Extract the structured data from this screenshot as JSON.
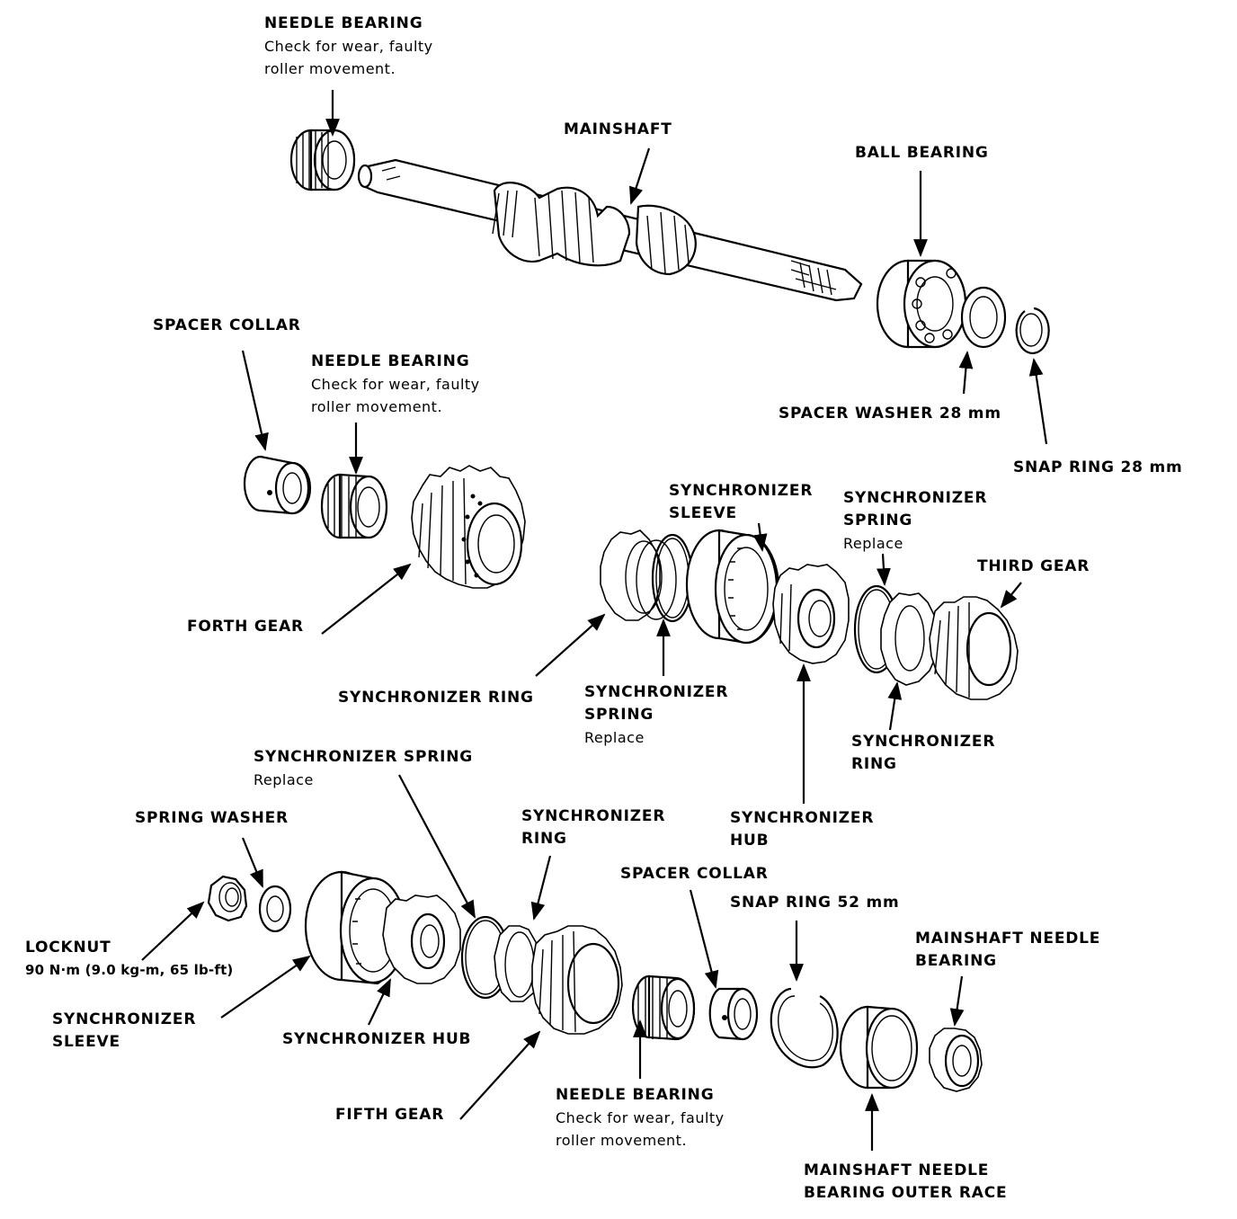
{
  "labels": {
    "needle_bearing_top": {
      "title": "NEEDLE BEARING",
      "note": [
        "Check for wear, faulty",
        "roller movement."
      ]
    },
    "mainshaft": {
      "title": "MAINSHAFT"
    },
    "ball_bearing": {
      "title": "BALL BEARING"
    },
    "spacer_washer": {
      "title": "SPACER WASHER 28 mm"
    },
    "snap_ring_28": {
      "title": "SNAP RING 28 mm"
    },
    "spacer_collar_top": {
      "title": "SPACER COLLAR"
    },
    "needle_bearing_mid": {
      "title": "NEEDLE BEARING",
      "note": [
        "Check for wear, faulty",
        "roller movement."
      ]
    },
    "forth_gear": {
      "title": "FORTH GEAR"
    },
    "sync_sleeve_mid": {
      "title": [
        "SYNCHRONIZER",
        "SLEEVE"
      ]
    },
    "sync_spring_right": {
      "title": [
        "SYNCHRONIZER",
        "SPRING"
      ],
      "note": "Replace"
    },
    "third_gear": {
      "title": "THIRD GEAR"
    },
    "sync_ring_mid": {
      "title": "SYNCHRONIZER RING"
    },
    "sync_spring_mid": {
      "title": [
        "SYNCHRONIZER",
        "SPRING"
      ],
      "note": "Replace"
    },
    "sync_ring_right": {
      "title": [
        "SYNCHRONIZER",
        "RING"
      ]
    },
    "sync_hub_mid": {
      "title": [
        "SYNCHRONIZER",
        "HUB"
      ]
    },
    "sync_spring_low": {
      "title": "SYNCHRONIZER SPRING",
      "note": "Replace"
    },
    "spring_washer": {
      "title": "SPRING WASHER"
    },
    "sync_ring_low": {
      "title": [
        "SYNCHRONIZER",
        "RING"
      ]
    },
    "spacer_collar_low": {
      "title": "SPACER COLLAR"
    },
    "snap_ring_52": {
      "title": "SNAP RING 52 mm"
    },
    "mainshaft_needle_bearing": {
      "title": [
        "MAINSHAFT NEEDLE",
        "BEARING"
      ]
    },
    "locknut": {
      "title": [
        "LOCKNUT",
        "90 N·m (9.0 kg-m, 65 lb-ft)"
      ]
    },
    "sync_sleeve_low": {
      "title": [
        "SYNCHRONIZER",
        "SLEEVE"
      ]
    },
    "sync_hub_low": {
      "title": "SYNCHRONIZER HUB"
    },
    "fifth_gear": {
      "title": "FIFTH GEAR"
    },
    "needle_bearing_low": {
      "title": "NEEDLE BEARING",
      "note": [
        "Check for wear, faulty",
        "roller movement."
      ]
    },
    "outer_race": {
      "title": [
        "MAINSHAFT NEEDLE",
        "BEARING OUTER RACE"
      ]
    }
  }
}
